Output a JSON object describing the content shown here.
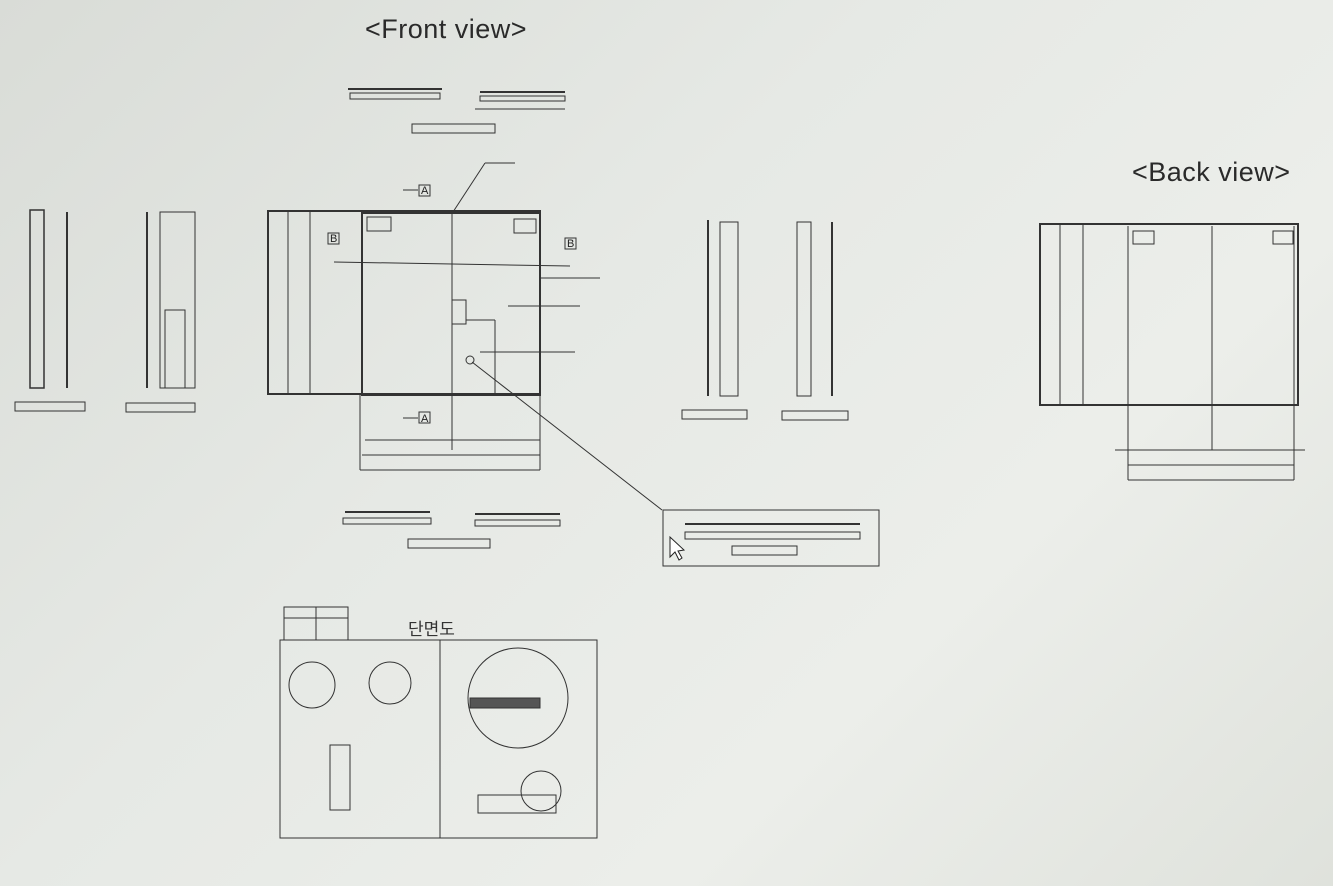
{
  "front_view": {
    "title": "<Front view>"
  },
  "back_view": {
    "title": "<Back view>"
  },
  "section_markers": [
    "A",
    "B"
  ],
  "section_detail": {
    "title": "단면도"
  }
}
